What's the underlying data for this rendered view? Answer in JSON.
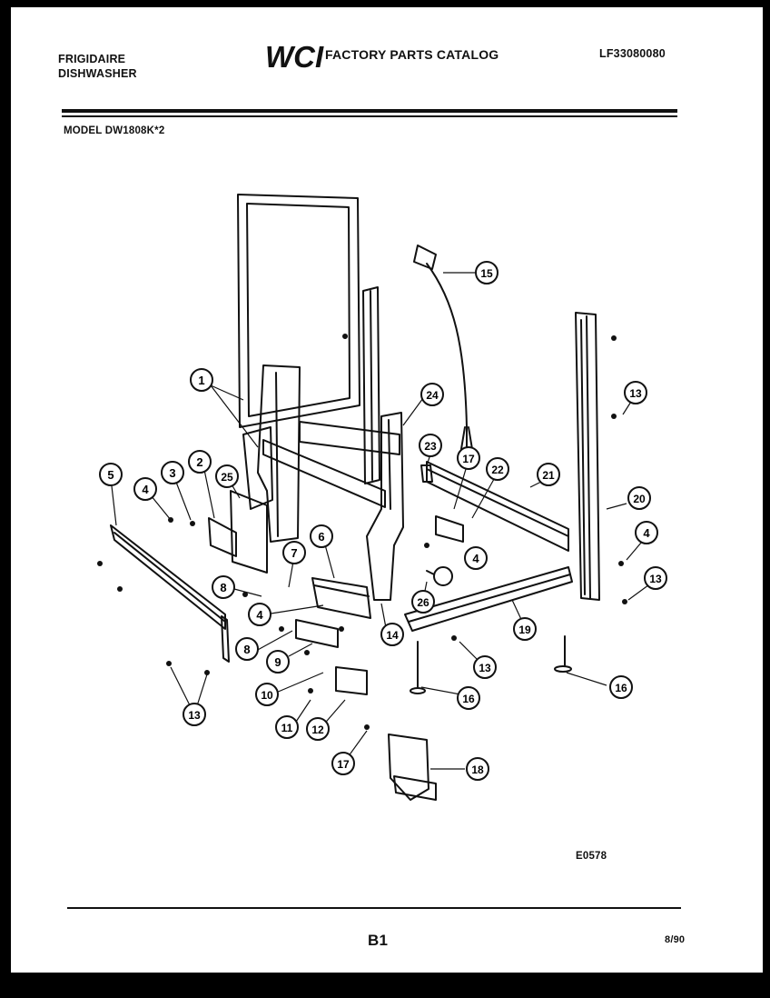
{
  "header": {
    "brand_line1": "FRIGIDAIRE",
    "brand_line2": "DISHWASHER",
    "logo_text": "WCI",
    "catalog_title": "FACTORY PARTS CATALOG",
    "part_number": "LF33080080"
  },
  "model_label": "MODEL DW1808K*2",
  "callouts": [
    "1",
    "2",
    "3",
    "4",
    "5",
    "6",
    "7",
    "8",
    "9",
    "10",
    "11",
    "12",
    "13",
    "14",
    "15",
    "16",
    "17",
    "18",
    "19",
    "20",
    "21",
    "22",
    "23",
    "24",
    "25",
    "26"
  ],
  "footer": {
    "drawing_code": "E0578",
    "page": "B1",
    "date": "8/90"
  }
}
